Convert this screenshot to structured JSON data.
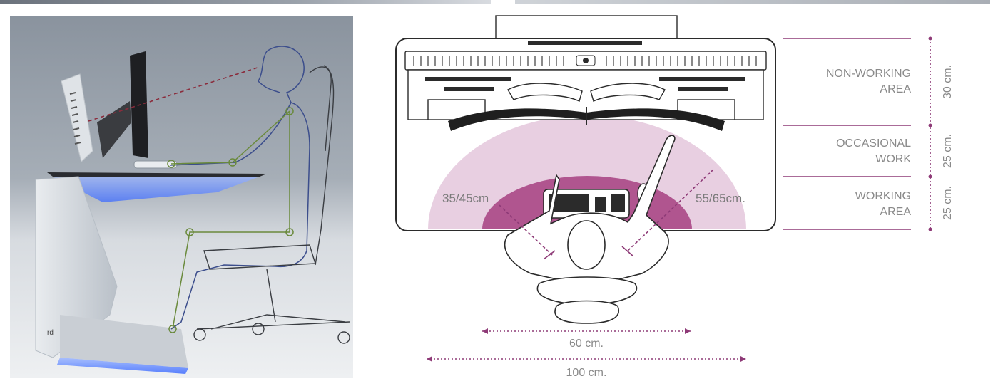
{
  "diagram": {
    "zones": [
      {
        "line1": "NON-WORKING",
        "line2": "AREA",
        "depth": "30 cm."
      },
      {
        "line1": "OCCASIONAL",
        "line2": "WORK",
        "depth": "25 cm."
      },
      {
        "line1": "WORKING",
        "line2": "AREA",
        "depth": "25 cm."
      }
    ],
    "reach_near": "35/45cm",
    "reach_far": "55/65cm.",
    "width_inner": "60 cm.",
    "width_outer": "100 cm.",
    "photo_logo": "rd"
  },
  "colors": {
    "accent": "#8e3a77",
    "zone_outer": "#e8cfe1",
    "zone_inner": "#b0558f",
    "outline": "#2b2b2b"
  }
}
